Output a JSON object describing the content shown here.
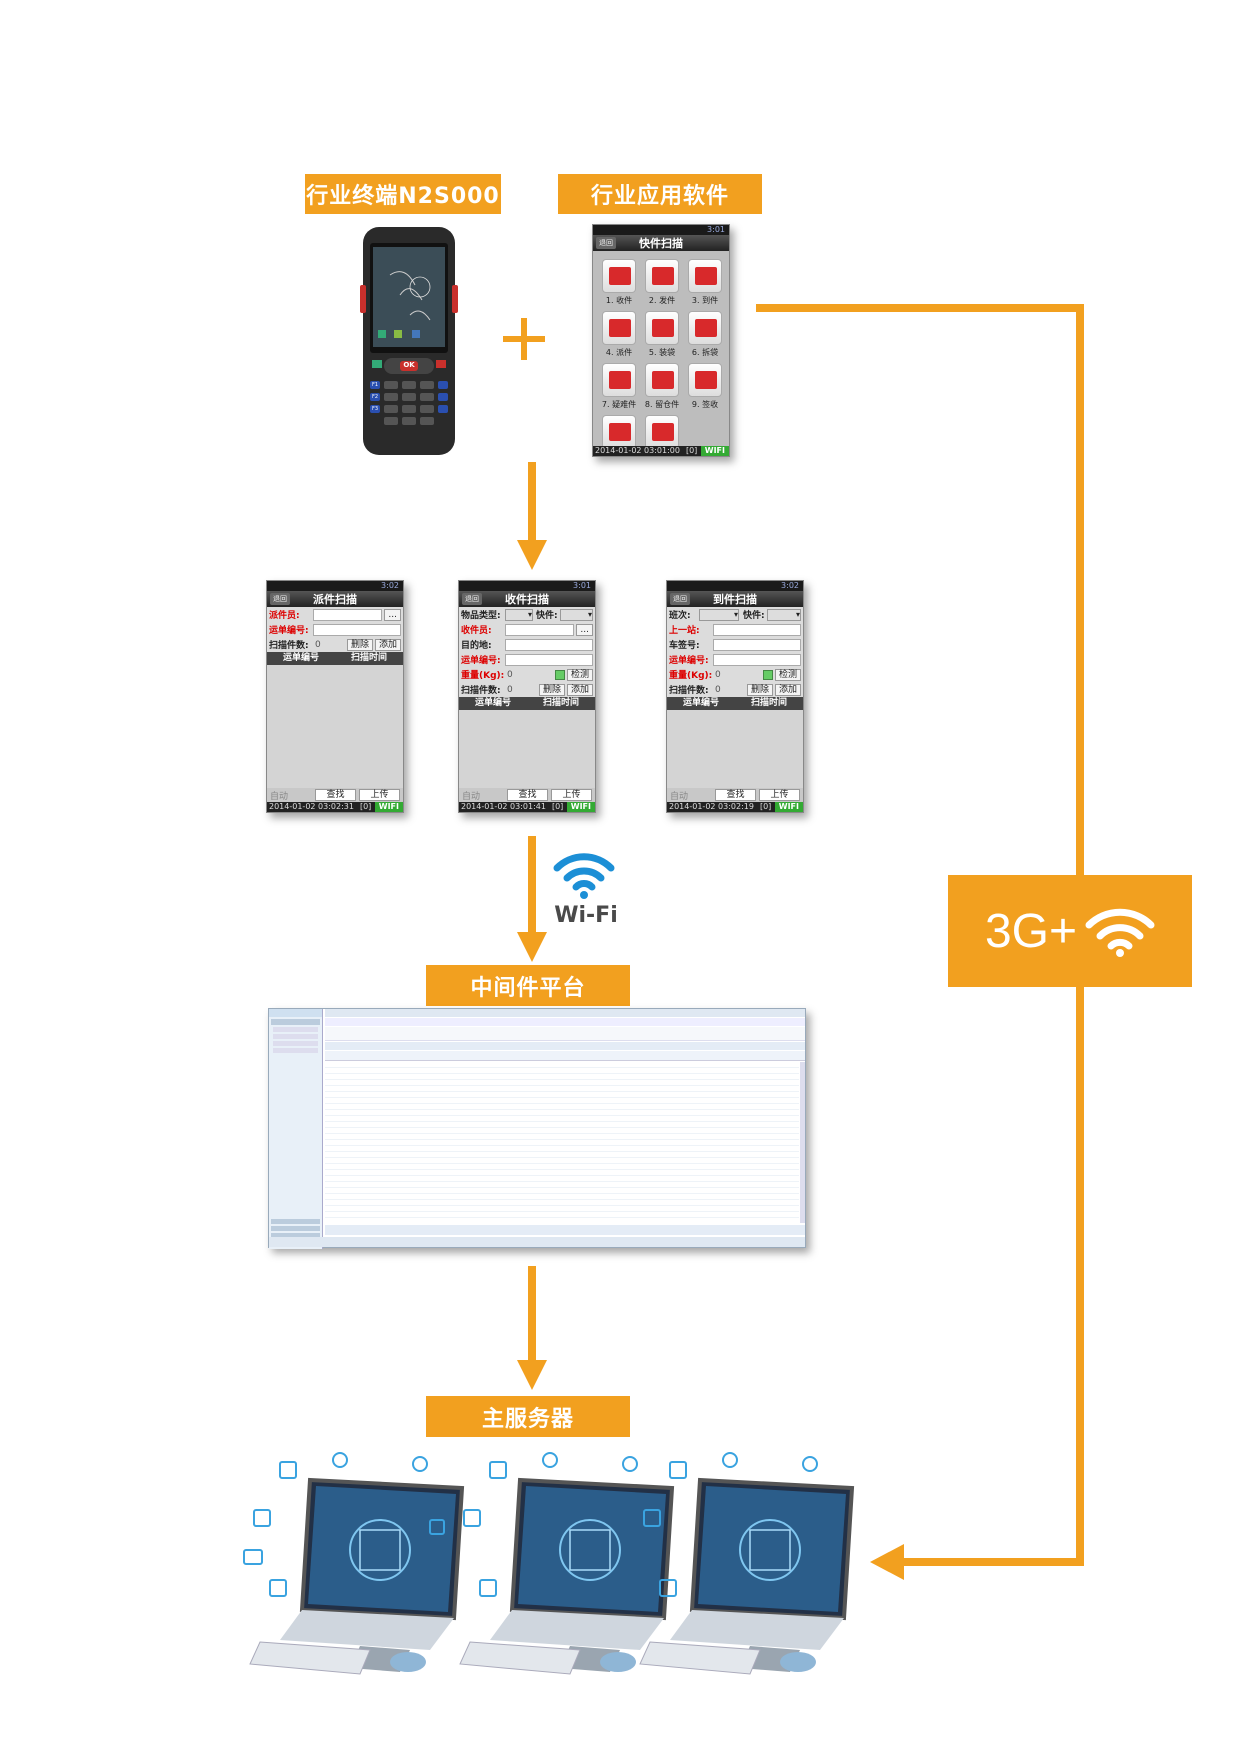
{
  "labels": {
    "terminal": "行业终端N2S000",
    "software": "行业应用软件",
    "middleware": "中间件平台",
    "server": "主服务器",
    "network": "3G+",
    "wifi": "Wi-Fi"
  },
  "menu_screen": {
    "title": "快件扫描",
    "back": "退回",
    "time": "3:01",
    "items": [
      "1. 收件",
      "2. 发件",
      "3. 到件",
      "4. 派件",
      "5. 装袋",
      "6. 拆袋",
      "7. 疑难件",
      "8. 留仓件",
      "9. 签收"
    ],
    "footer_time": "2014-01-02 03:01:00",
    "footer_count": "[0]",
    "footer_wifi": "WIFI"
  },
  "screens": [
    {
      "title": "派件扫描",
      "time": "3:02",
      "rows": [
        {
          "label": "派件员:",
          "red": true,
          "btn": "..."
        },
        {
          "label": "运单编号:",
          "red": true
        }
      ],
      "count_label": "扫描件数:",
      "count": "0",
      "del": "删除",
      "add": "添加",
      "col1": "运单编号",
      "col2": "扫描时间",
      "auto": "自动",
      "find": "查找",
      "upload": "上传",
      "footer_time": "2014-01-02 03:02:31",
      "footer_count": "[0]",
      "footer_wifi": "WIFI"
    },
    {
      "title": "收件扫描",
      "time": "3:01",
      "type_label": "物品类型:",
      "fast_label": "快件:",
      "rows": [
        {
          "label": "收件员:",
          "red": true,
          "btn": "..."
        },
        {
          "label": "目的地:",
          "red": false
        },
        {
          "label": "运单编号:",
          "red": true
        }
      ],
      "weight_label": "重量(Kg):",
      "weight": "0",
      "detect": "检测",
      "count_label": "扫描件数:",
      "count": "0",
      "del": "删除",
      "add": "添加",
      "col1": "运单编号",
      "col2": "扫描时间",
      "auto": "自动",
      "find": "查找",
      "upload": "上传",
      "footer_time": "2014-01-02 03:01:41",
      "footer_count": "[0]",
      "footer_wifi": "WIFI"
    },
    {
      "title": "到件扫描",
      "time": "3:02",
      "type_label": "班次:",
      "fast_label": "快件:",
      "rows": [
        {
          "label": "上一站:",
          "red": true
        },
        {
          "label": "车签号:",
          "red": false
        },
        {
          "label": "运单编号:",
          "red": true
        }
      ],
      "weight_label": "重量(Kg):",
      "weight": "0",
      "detect": "检测",
      "count_label": "扫描件数:",
      "count": "0",
      "del": "删除",
      "add": "添加",
      "col1": "运单编号",
      "col2": "扫描时间",
      "auto": "自动",
      "find": "查找",
      "upload": "上传",
      "footer_time": "2014-01-02 03:02:19",
      "footer_count": "[0]",
      "footer_wifi": "WIFI"
    }
  ],
  "phone": {
    "ok": "OK",
    "fkeys": [
      "F1",
      "F2",
      "F3"
    ]
  },
  "colors": {
    "accent": "#f2a01f",
    "brand_red": "#d8292b",
    "wifi_blue": "#1c8fd6"
  }
}
